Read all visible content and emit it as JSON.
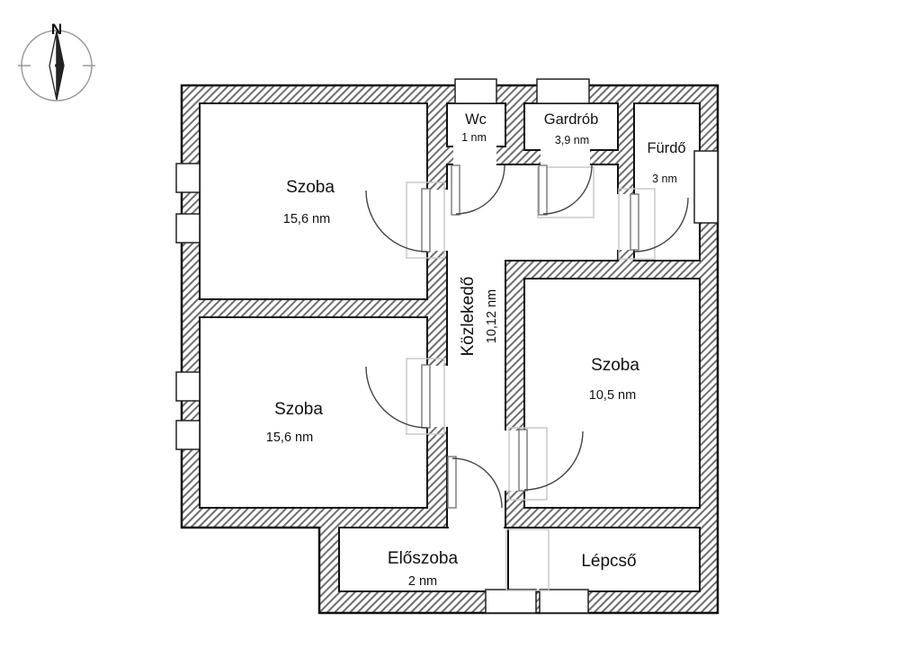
{
  "compass": {
    "north_label": "N"
  },
  "rooms": {
    "szoba_top_left": {
      "name": "Szoba",
      "area": "15,6 nm"
    },
    "wc": {
      "name": "Wc",
      "area": "1 nm"
    },
    "gardrob": {
      "name": "Gardrób",
      "area": "3,9 nm"
    },
    "furdo": {
      "name": "Fürdő",
      "area": "3 nm"
    },
    "kozlekedo": {
      "name": "Közlekedő",
      "area": "10,12 nm"
    },
    "szoba_right": {
      "name": "Szoba",
      "area": "10,5 nm"
    },
    "szoba_bottom_left": {
      "name": "Szoba",
      "area": "15,6 nm"
    },
    "eloszoba": {
      "name": "Előszoba",
      "area": "2 nm"
    },
    "lepcso": {
      "name": "Lépcső"
    }
  },
  "colors": {
    "outline": "#111111",
    "wall_hatch": "#6e6e6e",
    "door_line": "#444444",
    "ghost_line": "#c6c6c6"
  }
}
